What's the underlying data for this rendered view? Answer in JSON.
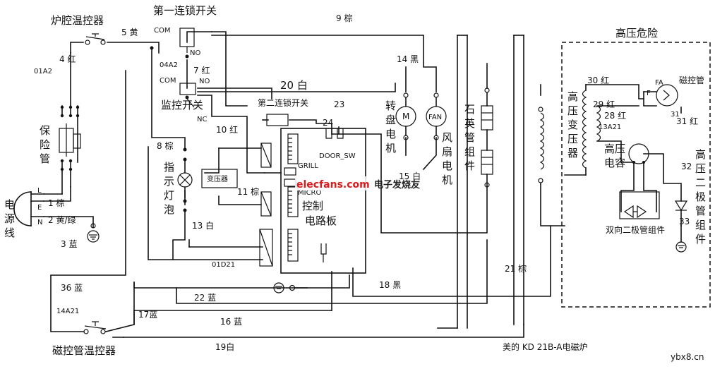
{
  "labels": {
    "oven_thermostat": "炉腔温控器",
    "first_interlock": "第一连锁开关",
    "com1": "COM",
    "no1": "NO",
    "com2": "COM",
    "no2": "NO",
    "nc2": "NC",
    "code_04a2": "04A2",
    "code_01a2": "01A2",
    "monitor_switch": "监控开关",
    "fuse_v": [
      "保",
      "险",
      "管"
    ],
    "power_v": [
      "电",
      "源",
      "线"
    ],
    "term_l": "L",
    "term_e": "E",
    "term_n": "N",
    "second_interlock": "第二连锁开关",
    "door_sw": "DOOR_SW",
    "grill": "GRILL",
    "micro": "MICRO",
    "transformer_small": "变压器",
    "indicator_v": [
      "指",
      "示",
      "灯",
      "泡"
    ],
    "control_board": [
      "控制",
      "电路板"
    ],
    "code_01d21": "01D21",
    "code_14a21": "14A21",
    "code_13a21": "13A21",
    "turntable_v": [
      "转",
      "盘",
      "电",
      "机"
    ],
    "fan_v": [
      "风",
      "扇",
      "电",
      "机"
    ],
    "motor_m": "M",
    "fan_text": "FAN",
    "quartz_v": [
      "石",
      "英",
      "管",
      "组",
      "件"
    ],
    "hv_danger": "高压危险",
    "hv_transformer_v": [
      "高",
      "压",
      "变",
      "压",
      "器"
    ],
    "magnetron": "磁控管",
    "fa": "FA",
    "f": "F",
    "hv_cap": [
      "高压",
      "电容"
    ],
    "bidirectional_diode": "双向二极管组件",
    "hv_diode_v": [
      "高",
      "压",
      "二",
      "极",
      "管",
      "组",
      "件"
    ],
    "mag_thermostat": "磁控管温控器",
    "caption": "美的 KD 21B-A电磁炉",
    "watermark_site": "elecfans.com",
    "watermark_cn": "电子发烧友",
    "site": "ybx8.cn"
  },
  "wires": {
    "w1": "1 棕",
    "w2": "2 黄/绿",
    "w3": "3 蓝",
    "w4": "4 红",
    "w5": "5 黄",
    "w7": "7 红",
    "w8": "8 棕",
    "w9": "9 棕",
    "w10": "10 红",
    "w11": "11 棕",
    "w13": "13 白",
    "w14": "14 黑",
    "w15": "15 白",
    "w16": "16 蓝",
    "w17": "17蓝",
    "w18": "18  黑",
    "w19": "19白",
    "w20": "20 白",
    "w21": "21 棕",
    "w22": "22 蓝",
    "w23": "23",
    "w24": "24",
    "w28": "28 红",
    "w29": "29 红",
    "w30": "30 红",
    "w31": "31 红",
    "w32": "32",
    "w33": "33",
    "w36": "36 蓝",
    "w31b": "31"
  }
}
